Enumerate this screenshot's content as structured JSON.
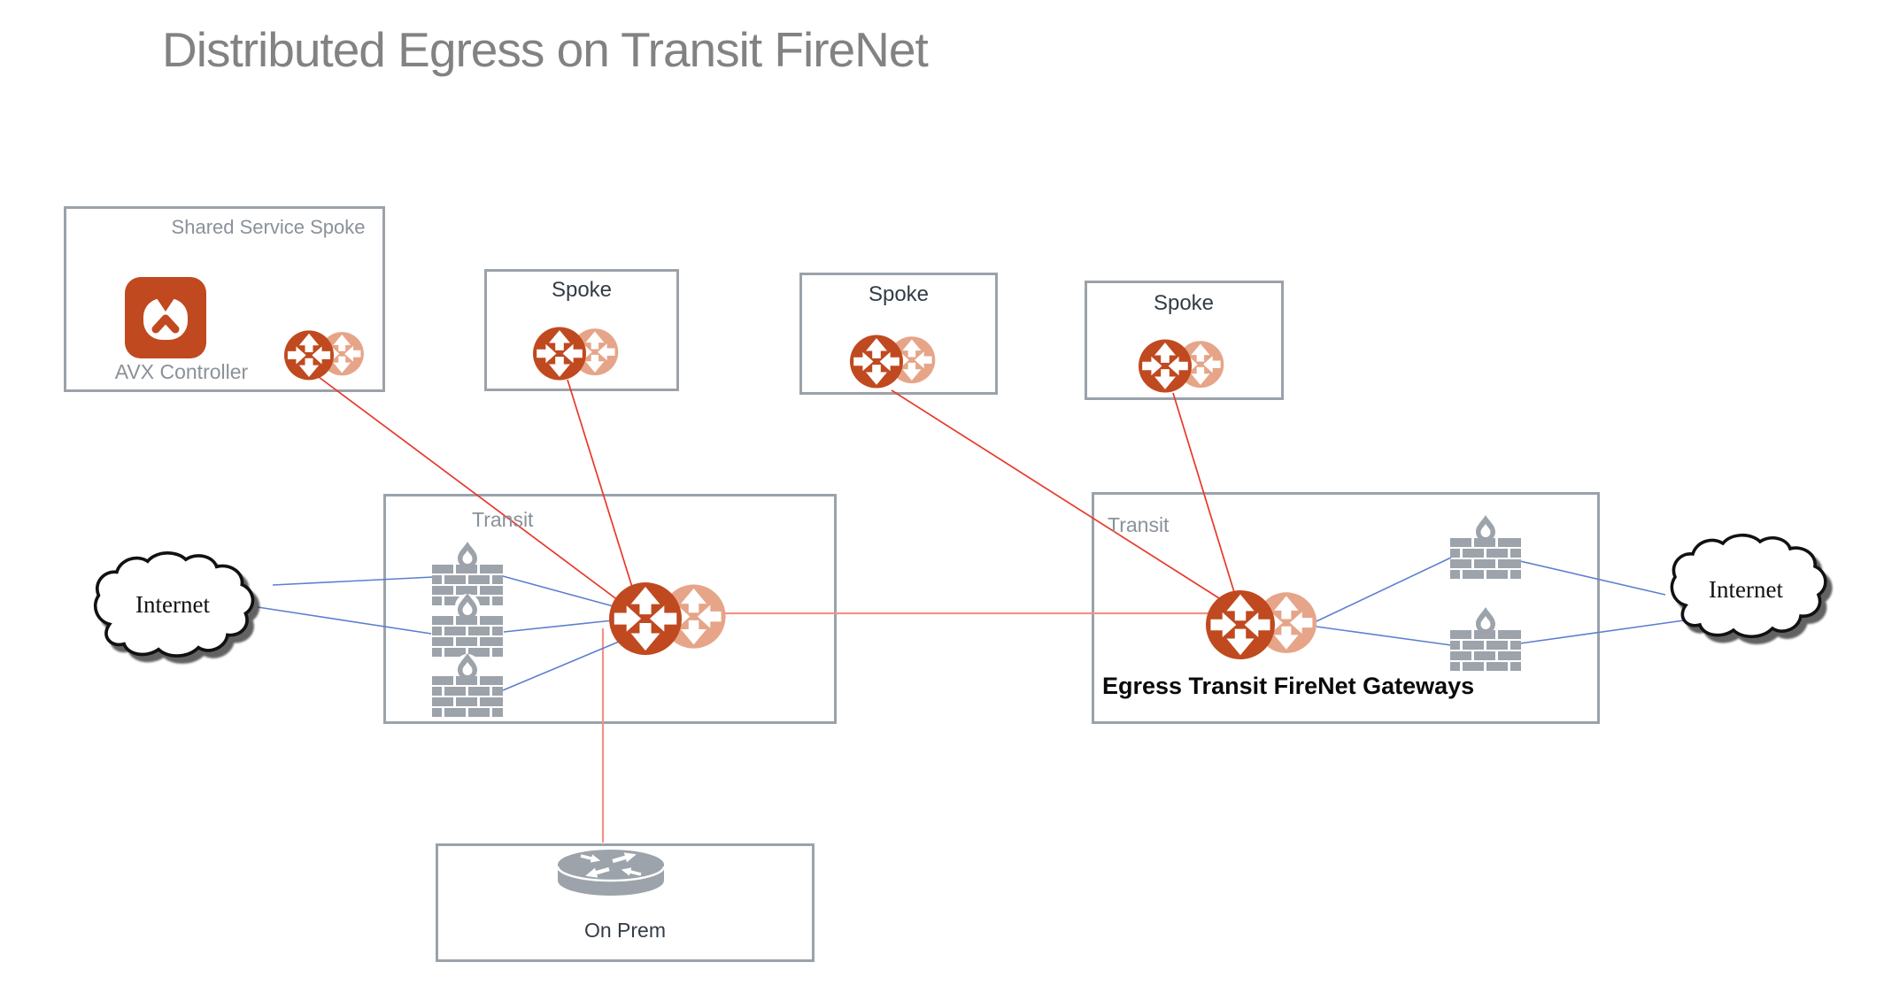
{
  "title": "Distributed Egress on Transit FireNet",
  "colors": {
    "gateway_primary": "#C0491F",
    "gateway_secondary": "#E6A588",
    "line_red": "#E8382A",
    "line_salmon": "#F29289",
    "line_blue": "#5B7FD0",
    "box_border": "#9BA2A9",
    "icon_gray": "#9CA3AA",
    "label_gray": "#8A9198",
    "label_dark": "#333C45",
    "title_gray": "#828282"
  },
  "nodes": {
    "shared_spoke": {
      "label": "Shared Service Spoke",
      "controller": "AVX Controller"
    },
    "spokes": [
      {
        "label": "Spoke"
      },
      {
        "label": "Spoke"
      },
      {
        "label": "Spoke"
      }
    ],
    "transit_left": {
      "label": "Transit"
    },
    "transit_right": {
      "label": "Transit",
      "gateways_label": "Egress Transit FireNet Gateways"
    },
    "on_prem": {
      "label": "On Prem"
    },
    "internet_left": {
      "label": "Internet"
    },
    "internet_right": {
      "label": "Internet"
    }
  },
  "icons": {
    "gateway": "gateway-icon",
    "firewall": "firewall-icon",
    "controller": "avx-controller-icon",
    "router": "router-icon",
    "cloud": "internet-cloud-icon"
  },
  "connections": [
    {
      "from": "shared-service-spoke-gateway",
      "to": "transit-left-gateway",
      "type": "peering"
    },
    {
      "from": "spoke-1-gateway",
      "to": "transit-left-gateway",
      "type": "peering"
    },
    {
      "from": "spoke-2-gateway",
      "to": "transit-right-gateway",
      "type": "peering"
    },
    {
      "from": "spoke-3-gateway",
      "to": "transit-right-gateway",
      "type": "peering"
    },
    {
      "from": "transit-left-gateway",
      "to": "transit-right-gateway",
      "type": "transit-peering"
    },
    {
      "from": "transit-left-gateway",
      "to": "on-prem",
      "type": "transit-peering"
    },
    {
      "from": "internet-left",
      "to": "firewall-left-1",
      "type": "inspected-traffic"
    },
    {
      "from": "internet-left",
      "to": "firewall-left-2",
      "type": "inspected-traffic"
    },
    {
      "from": "firewall-left-1",
      "to": "transit-left-gateway",
      "type": "inspected-traffic"
    },
    {
      "from": "firewall-left-2",
      "to": "transit-left-gateway",
      "type": "inspected-traffic"
    },
    {
      "from": "firewall-left-3",
      "to": "transit-left-gateway",
      "type": "inspected-traffic"
    },
    {
      "from": "transit-right-gateway",
      "to": "firewall-right-1",
      "type": "inspected-traffic"
    },
    {
      "from": "transit-right-gateway",
      "to": "firewall-right-2",
      "type": "inspected-traffic"
    },
    {
      "from": "firewall-right-1",
      "to": "internet-right",
      "type": "inspected-traffic"
    },
    {
      "from": "firewall-right-2",
      "to": "internet-right",
      "type": "inspected-traffic"
    }
  ]
}
